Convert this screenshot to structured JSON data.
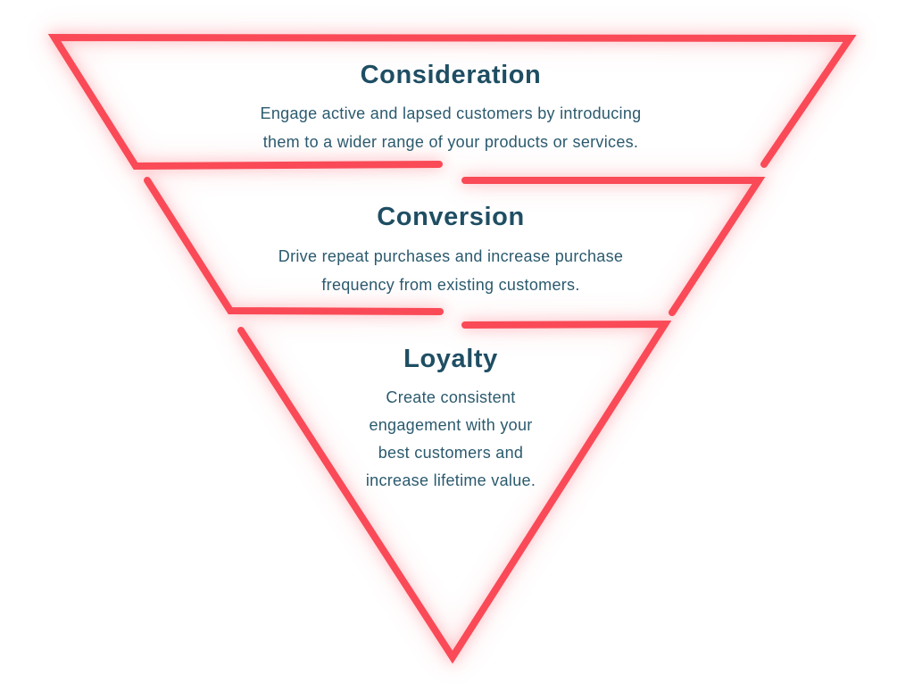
{
  "diagram": {
    "type": "inverted-pyramid-funnel",
    "tier_count": 3,
    "colors": {
      "outline_stroke": "#fa4a57",
      "outline_glow": "#fbd9dd",
      "heading_text": "#1f4e63",
      "body_text": "#2b5a6e",
      "background": "#ffffff"
    },
    "tiers": [
      {
        "id": "consideration",
        "heading": "Consideration",
        "lines": [
          "Engage active and lapsed customers by introducing",
          "them to a wider range of your products or services."
        ]
      },
      {
        "id": "conversion",
        "heading": "Conversion",
        "lines": [
          "Drive repeat purchases and increase purchase",
          "frequency from existing customers."
        ]
      },
      {
        "id": "loyalty",
        "heading": "Loyalty",
        "lines": [
          "Create consistent",
          "engagement with your",
          "best customers and",
          "increase lifetime value."
        ]
      }
    ]
  }
}
